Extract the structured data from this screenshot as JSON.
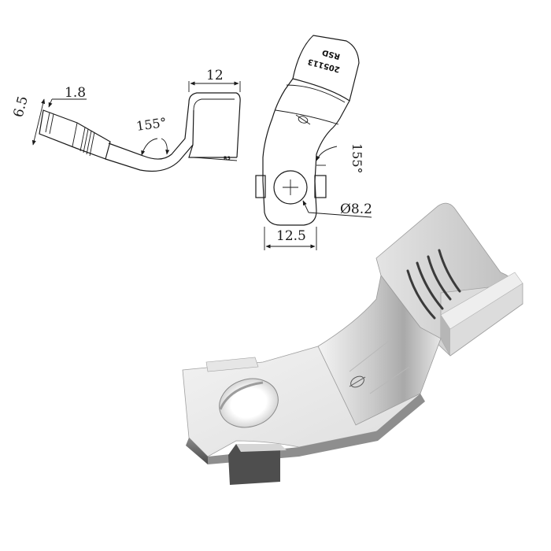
{
  "side_view": {
    "thickness_label": "1.8",
    "height_label": "6.5",
    "width_label": "12",
    "angle_label": "155°",
    "small_mark": "R3"
  },
  "front_view": {
    "brand_label": "RSD",
    "model_label": "205113",
    "angle_label": "155°",
    "hole_label": "Ø8.2",
    "width_label": "12.5"
  },
  "colors": {
    "line": "#1a1a1a",
    "metal_light": "#eeeeee",
    "metal_mid": "#c8c8c8",
    "metal_dark": "#6e6e6e",
    "background": "#ffffff"
  }
}
